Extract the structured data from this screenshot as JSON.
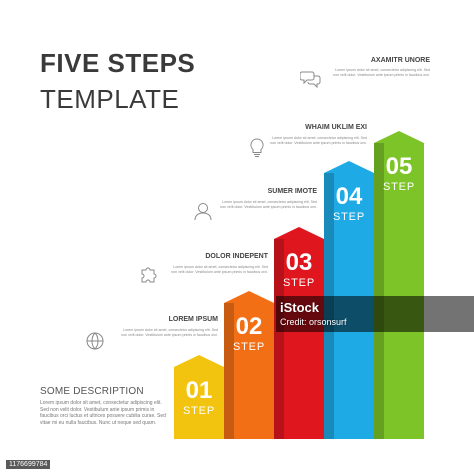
{
  "header": {
    "title": "FIVE STEPS",
    "subtitle": "TEMPLATE"
  },
  "description": {
    "title": "SOME DESCRIPTION",
    "text": "Lorem ipsum dolor sit amet, consectetur adipiscing elit. Sed non velit dolor. Vestibulum ante ipsum primis in faucibus orci luctus et ultrices posuere cubilia curae. Sed vitae mi eu nulla faucibus. Nunc ut neque sed quam."
  },
  "steps": [
    {
      "number": "01",
      "word": "STEP",
      "label": "LOREM IPSUM",
      "text": "Lorem ipsum dolor sit amet, consectetur adipiscing elit. Sed non velit dolor. Vestibulum ante ipsum primis in faucibus orci.",
      "color": "#f2c40f",
      "icon": "globe-icon"
    },
    {
      "number": "02",
      "word": "STEP",
      "label": "DOLOR INDEPENT",
      "text": "Lorem ipsum dolor sit amet, consectetur adipiscing elit. Sed non velit dolor. Vestibulum ante ipsum primis in faucibus orci.",
      "color": "#f36f16",
      "icon": "puzzle-icon"
    },
    {
      "number": "03",
      "word": "STEP",
      "label": "SUMER IMOTE",
      "text": "Lorem ipsum dolor sit amet, consectetur adipiscing elit. Sed non velit dolor. Vestibulum ante ipsum primis in faucibus orci.",
      "color": "#e0161f",
      "icon": "user-icon"
    },
    {
      "number": "04",
      "word": "STEP",
      "label": "WHAIM UKLIM EXI",
      "text": "Lorem ipsum dolor sit amet, consectetur adipiscing elit. Sed non velit dolor. Vestibulum ante ipsum primis in faucibus orci.",
      "color": "#1eaae4",
      "icon": "lightbulb-icon"
    },
    {
      "number": "05",
      "word": "STEP",
      "label": "AXAMITR UNORE",
      "text": "Lorem ipsum dolor sit amet, consectetur adipiscing elit. Sed non velit dolor. Vestibulum ante ipsum primis in faucibus orci.",
      "color": "#7dc428",
      "icon": "chat-bubbles-icon"
    }
  ],
  "watermark": {
    "text": "iStock",
    "credit": "Credit: orsonsurf"
  },
  "footer": {
    "image_id": "1176699784"
  }
}
